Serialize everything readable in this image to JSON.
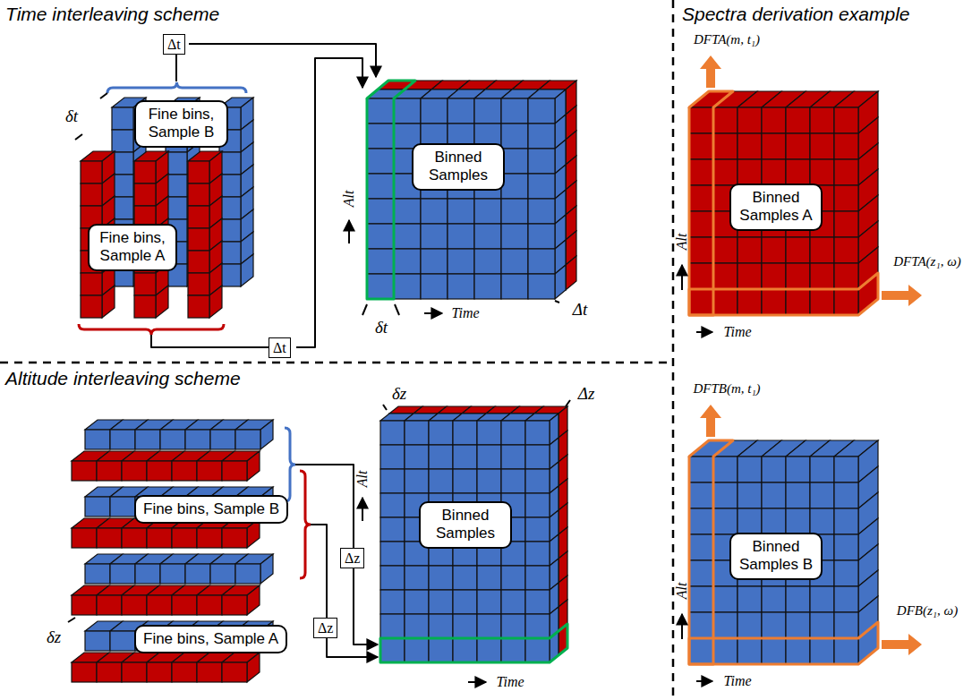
{
  "diagram": {
    "nodes": [
      {
        "text": [
          "Fine bins, Sample B"
        ]
      },
      {
        "text": [
          "Fine bins, Sample A"
        ]
      },
      {
        "text": [
          "Δt"
        ]
      },
      {
        "text": [
          "Δt"
        ]
      },
      {
        "text": [
          "Binned Samples"
        ]
      },
      {
        "text": [
          "Fine bins, Sample B"
        ]
      },
      {
        "text": [
          "Fine bins, Sample A"
        ]
      },
      {
        "text": [
          "Δz"
        ]
      },
      {
        "text": [
          "Δz"
        ]
      },
      {
        "text": [
          "Binned Samples"
        ]
      },
      {
        "text": [
          "Binned Samples A"
        ]
      },
      {
        "text": [
          "Binned Samples B"
        ]
      }
    ],
    "labels": [
      "Time interleaving scheme",
      "δt",
      "Alt",
      "Time",
      "Δt",
      "δt",
      "Altitude interleaving scheme",
      "δz",
      "Δz",
      "Alt",
      "Time",
      "δz",
      "Spectra derivation example",
      "DFTA(m, t₁)",
      "DFTA(z₁, ω)",
      "Alt",
      "Time",
      "DFTB(m, t₁)",
      "DFB(z₁, ω)",
      "Alt",
      "Time"
    ]
  }
}
